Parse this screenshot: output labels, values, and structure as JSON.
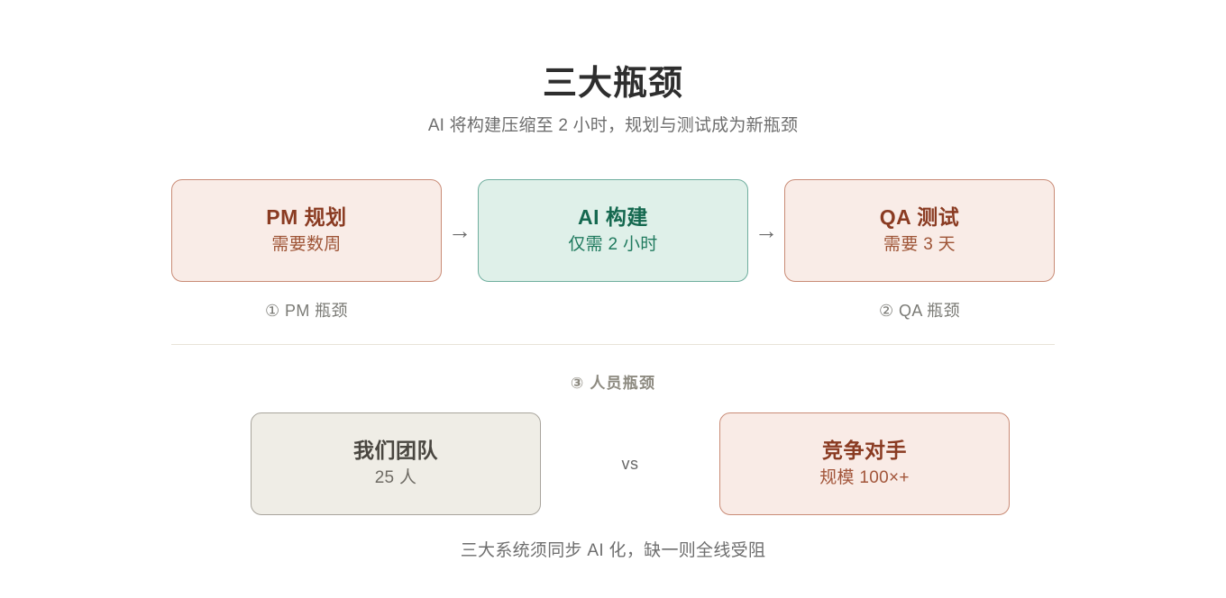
{
  "header": {
    "title": "三大瓶颈",
    "subtitle": "AI 将构建压缩至 2 小时，规划与测试成为新瓶颈"
  },
  "pipeline": {
    "arrow_glyph": "→",
    "stages": [
      {
        "title": "PM 规划",
        "sub": "需要数周",
        "tone": "red"
      },
      {
        "title": "AI 构建",
        "sub": "仅需 2 小时",
        "tone": "green"
      },
      {
        "title": "QA 测试",
        "sub": "需要 3 天",
        "tone": "red"
      }
    ],
    "bottlenecks": [
      {
        "label": "① PM 瓶颈"
      },
      {
        "label": "② QA 瓶颈"
      }
    ]
  },
  "people_section": {
    "label": "③ 人员瓶颈",
    "vs_label": "vs",
    "boxes": [
      {
        "title": "我们团队",
        "sub": "25 人",
        "tone": "gray"
      },
      {
        "title": "竞争对手",
        "sub": "规模 100×+",
        "tone": "red"
      }
    ]
  },
  "footer": {
    "note": "三大系统须同步 AI 化，缺一则全线受阻"
  },
  "colors": {
    "page_background": "#ffffff",
    "title": "#2e2e2e",
    "muted_text": "#6e6e6e",
    "red_border": "#c98b76",
    "red_fill": "#f9ece7",
    "red_title": "#8a3b22",
    "red_sub": "#9e5436",
    "green_border": "#6fae9e",
    "green_fill": "#dff0e9",
    "green_title": "#14684f",
    "green_sub": "#1f7a5e",
    "gray_border": "#a8a49c",
    "gray_fill": "#efede6",
    "gray_title": "#494640",
    "gray_sub": "#6f6c65",
    "divider": "#e8e3d8",
    "arrow": "#6d6d6d"
  }
}
